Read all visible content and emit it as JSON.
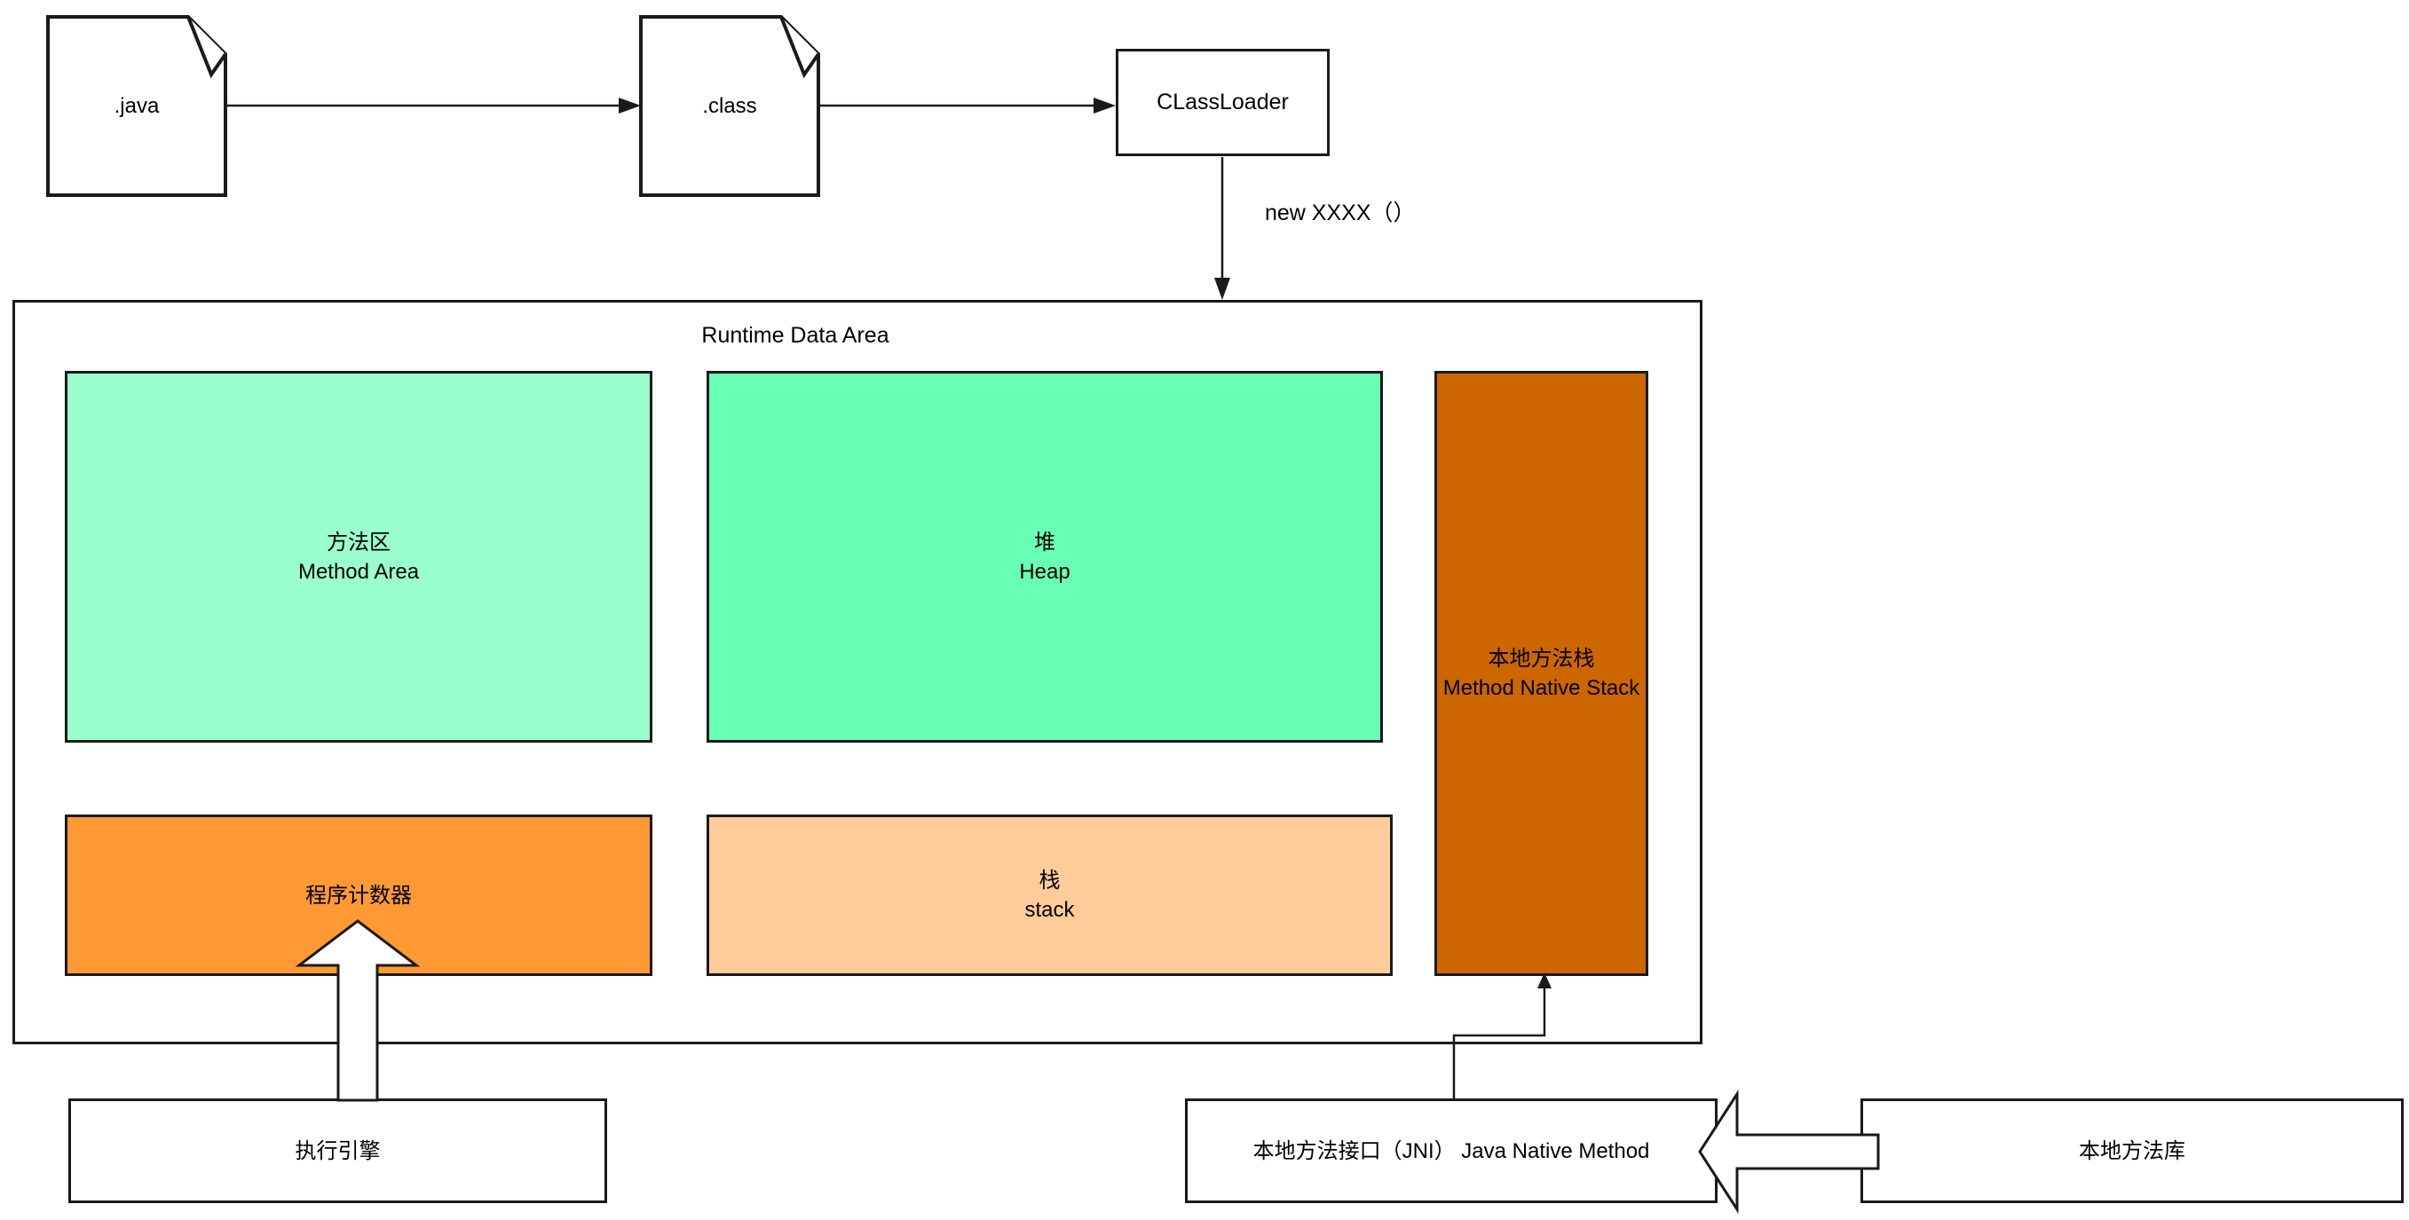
{
  "palette": {
    "line": "#1a1a1a",
    "box_fill": "#ffffff",
    "method_area_fill": "#99FFCC",
    "heap_fill": "#66FFB3",
    "native_stack_fill": "#CC6600",
    "pc_register_fill": "#FF9933",
    "stack_fill": "#FFCC99"
  },
  "flow": {
    "java_file_label": ".java",
    "class_file_label": ".class",
    "classloader_label": "CLassLoader",
    "new_call_label": "new XXXX（）"
  },
  "runtime": {
    "title": "Runtime Data Area",
    "method_area_zh": "方法区",
    "method_area_en": "Method Area",
    "heap_zh": "堆",
    "heap_en": "Heap",
    "native_stack_zh": "本地方法栈",
    "native_stack_en": "Method Native Stack",
    "pc_register_zh": "程序计数器",
    "stack_zh": "栈",
    "stack_en": "stack"
  },
  "bottom": {
    "execution_engine_label": "执行引擎",
    "jni_label": "本地方法接口（JNI） Java Native Method",
    "native_lib_label": "本地方法库"
  }
}
